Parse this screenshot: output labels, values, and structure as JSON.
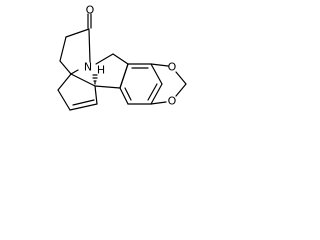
{
  "molecule": {
    "atoms": {
      "carbonyl_oxygen": "O",
      "ring_nitrogen": "N",
      "stereo_hydrogen": "H",
      "dioxole_oxygen_upper": "O",
      "dioxole_oxygen_lower": "O"
    }
  }
}
